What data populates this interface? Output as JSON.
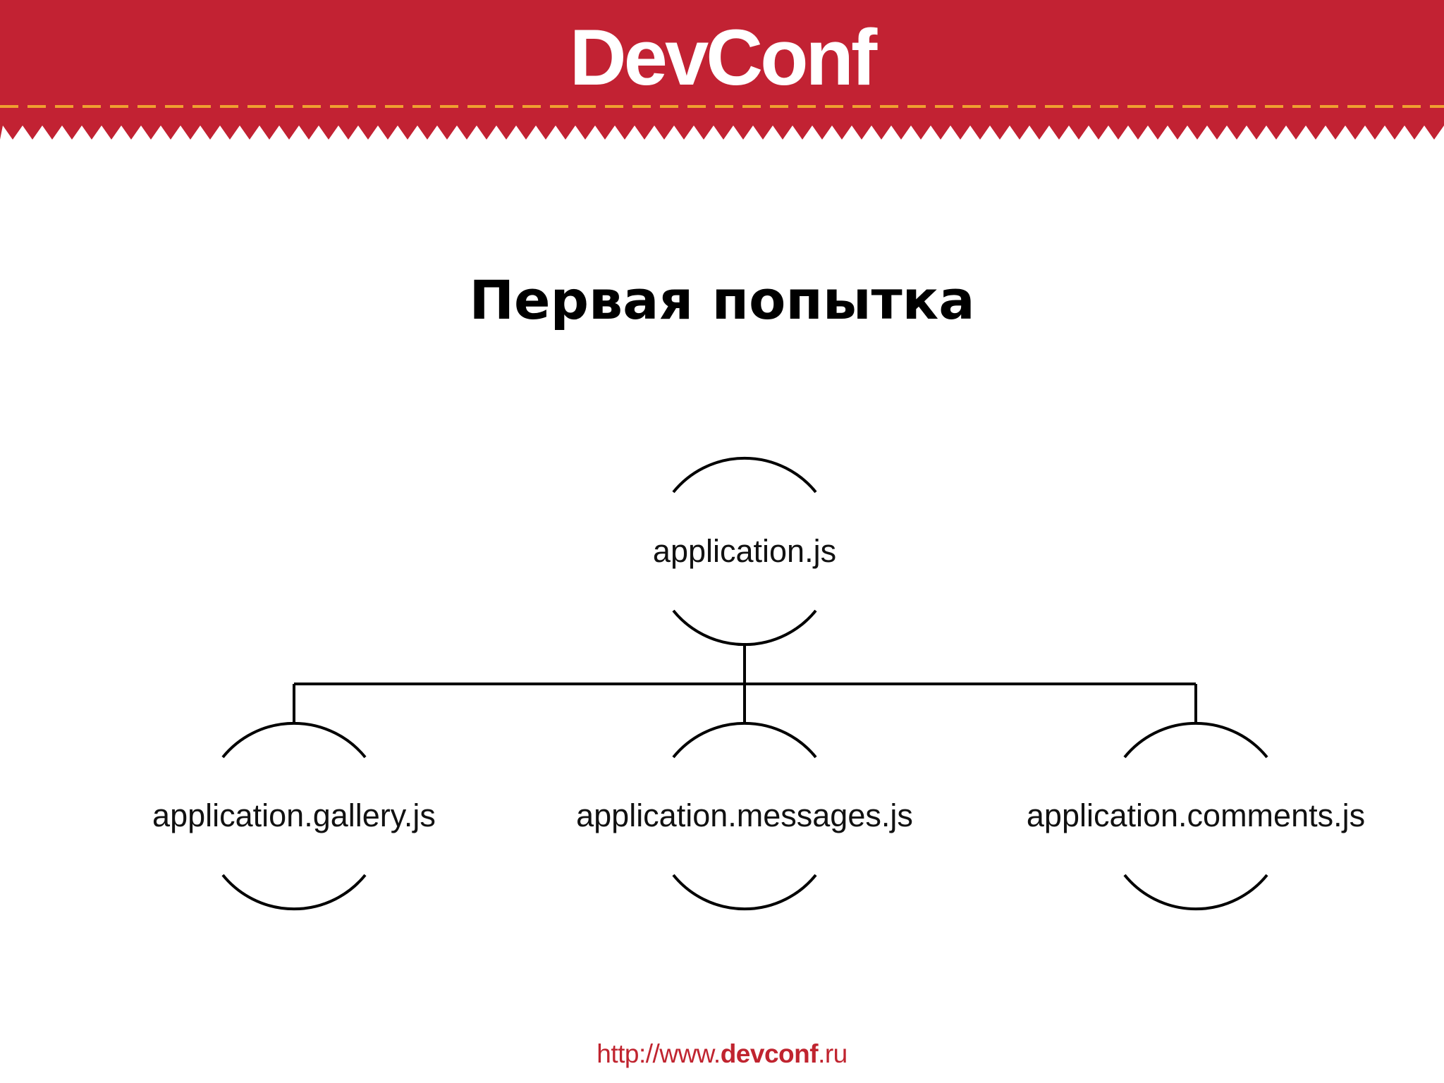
{
  "header": {
    "logo_text": "DevConf",
    "band_color": "#c22233",
    "stitch_color": "#f0a030"
  },
  "slide": {
    "title": "Первая попытка"
  },
  "diagram": {
    "root": {
      "label": "application.js"
    },
    "children": [
      {
        "label": "application.gallery.js"
      },
      {
        "label": "application.messages.js"
      },
      {
        "label": "application.comments.js"
      }
    ],
    "line_color": "#000000"
  },
  "footer": {
    "url_prefix": "http://www.",
    "url_host": "devconf",
    "url_suffix": ".ru"
  }
}
